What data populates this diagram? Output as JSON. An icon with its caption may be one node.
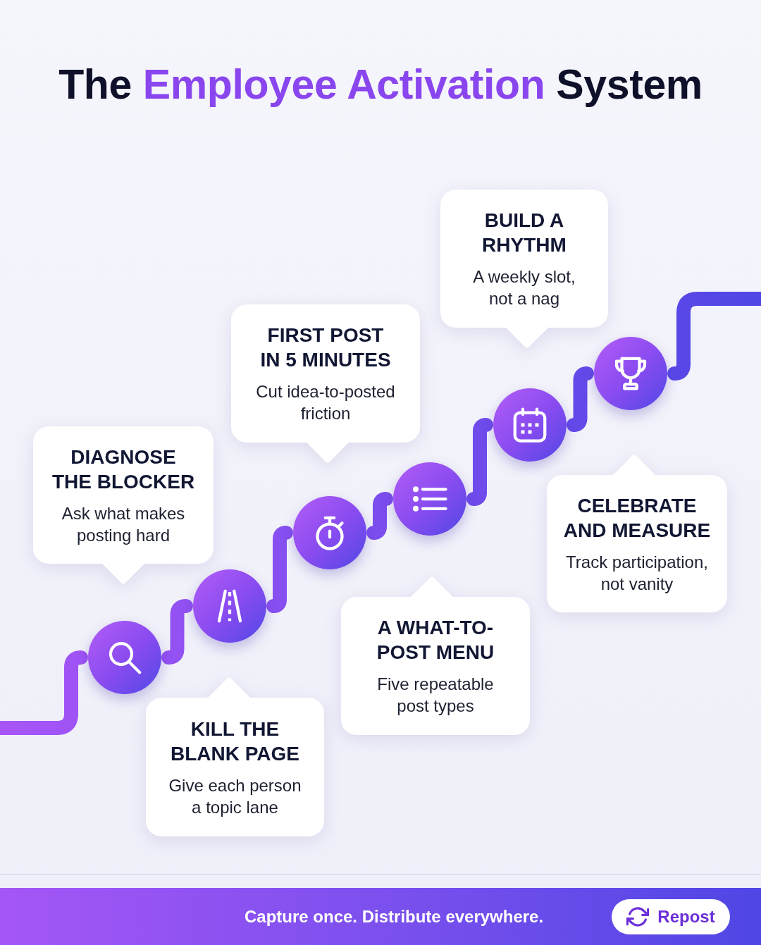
{
  "diagram": {
    "title": "The **Employee Activation** System",
    "nodes": [
      {
        "text": [
          "DIAGNOSE THE BLOCKER",
          "Ask what makes posting hard"
        ]
      },
      {
        "text": [
          "KILL THE BLANK PAGE",
          "Give each person a topic lane"
        ]
      },
      {
        "text": [
          "FIRST POST IN 5 MINUTES",
          "Cut idea-to-posted friction"
        ]
      },
      {
        "text": [
          "A WHAT-TO-POST MENU",
          "Five repeatable post types"
        ]
      },
      {
        "text": [
          "BUILD A RHYTHM",
          "A weekly slot, not a nag"
        ]
      },
      {
        "text": [
          "CELEBRATE AND MEASURE",
          "Track participation, not vanity"
        ]
      },
      {
        "text": [],
        "shape": "circle"
      },
      {
        "text": [],
        "shape": "circle"
      },
      {
        "text": [],
        "shape": "circle"
      },
      {
        "text": [],
        "shape": "circle"
      },
      {
        "text": [],
        "shape": "circle"
      },
      {
        "text": [],
        "shape": "circle"
      }
    ],
    "edges": [
      {
        "from": null,
        "to": 6,
        "arrow": "none"
      },
      {
        "from": 6,
        "to": 7,
        "arrow": "none"
      },
      {
        "from": 7,
        "to": 8,
        "arrow": "none"
      },
      {
        "from": 8,
        "to": 9,
        "arrow": "none"
      },
      {
        "from": 9,
        "to": 10,
        "arrow": "none"
      },
      {
        "from": 10,
        "to": 11,
        "arrow": "none"
      },
      {
        "from": 11,
        "to": null,
        "arrow": "none"
      }
    ],
    "labels": [
      "Capture once. Distribute everywhere.",
      "Repost"
    ]
  }
}
